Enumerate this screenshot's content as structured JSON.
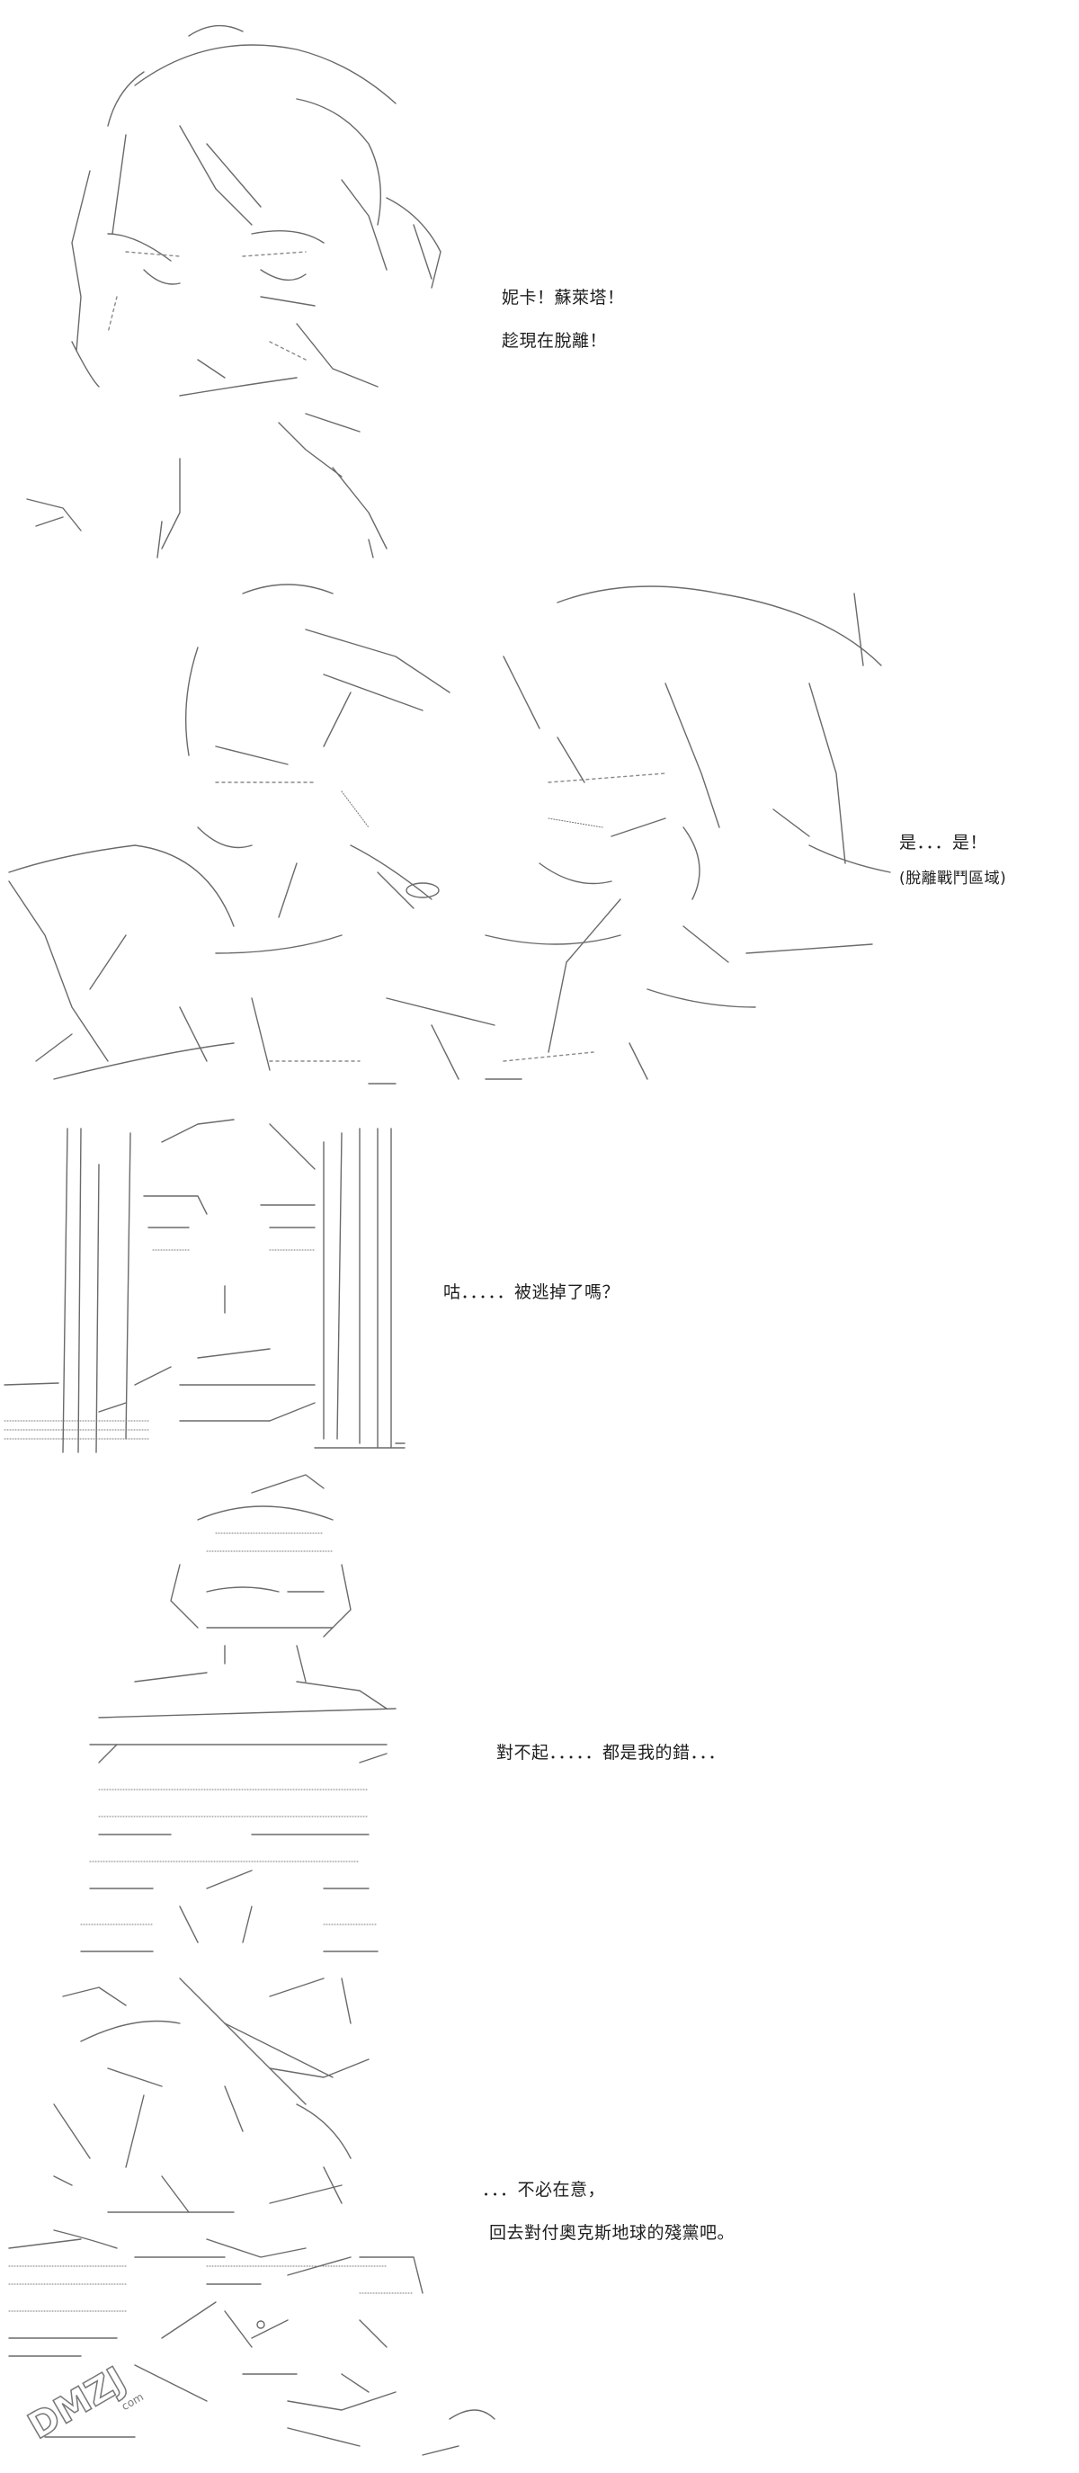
{
  "panels": [
    {
      "lines": [
        "妮卡！蘇萊塔！",
        "趁現在脫離！"
      ]
    },
    {
      "lines": [
        "是．．．是！",
        "(脫離戰鬥區域)"
      ]
    },
    {
      "lines": [
        "咕．．．．．被逃掉了嗎？"
      ]
    },
    {
      "lines": [
        "對不起．．．．．都是我的錯．．．"
      ]
    },
    {
      "lines": [
        "．．．不必在意，",
        "回去對付奧克斯地球的殘黨吧。"
      ]
    }
  ],
  "watermark": {
    "text": "DMZJ",
    "subtext": "com"
  }
}
